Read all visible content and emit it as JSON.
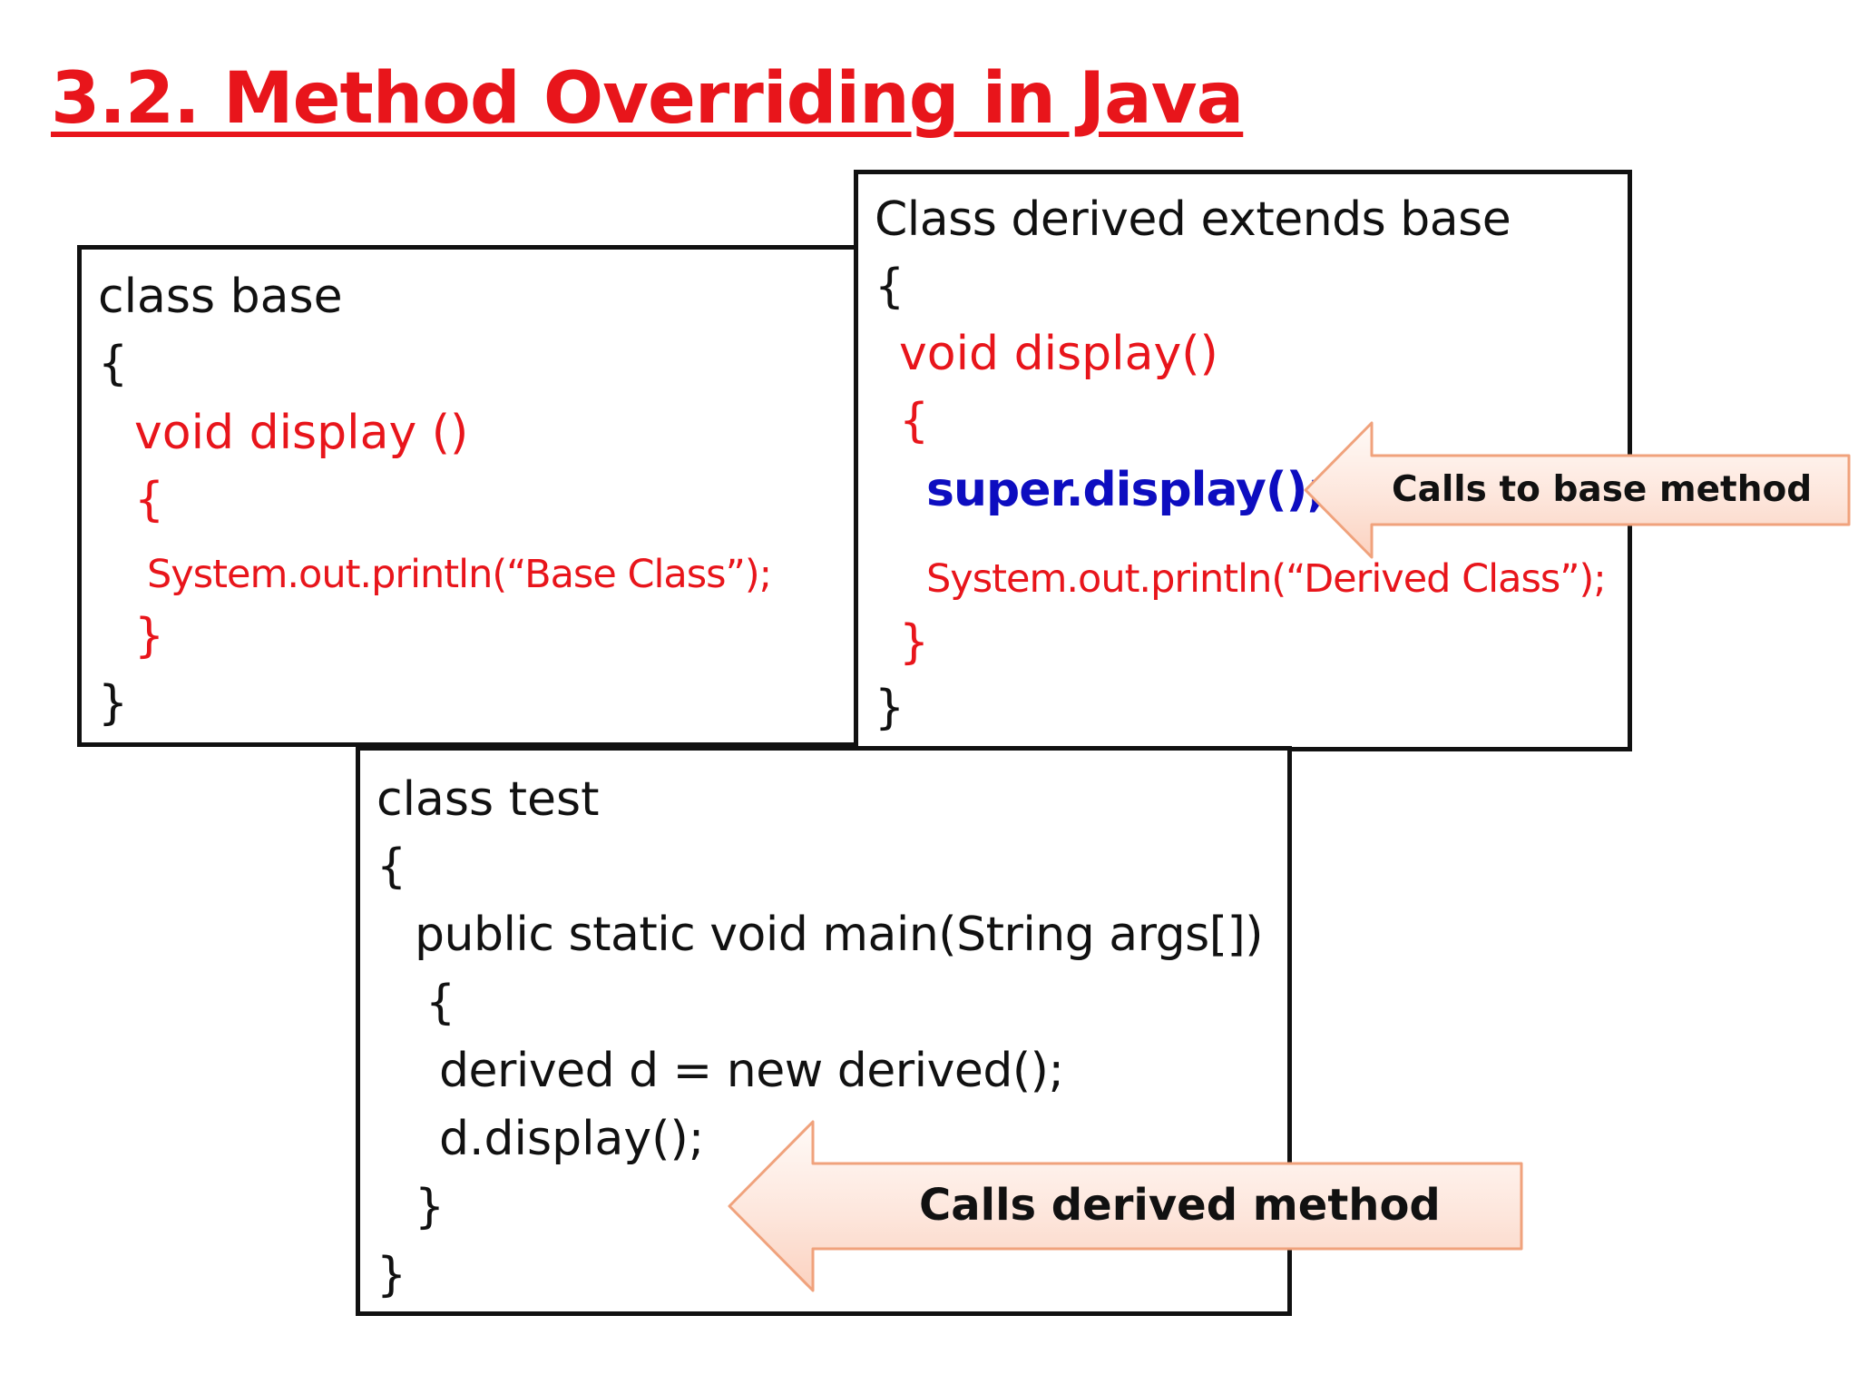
{
  "slide": {
    "title": "3.2. Method Overriding in Java"
  },
  "base_class": {
    "line1": "class base",
    "line2": "{",
    "line3": "void display ()",
    "line4": "{",
    "line5": "System.out.println(“Base Class”);",
    "line6": "}",
    "line7": "}"
  },
  "derived_class": {
    "line1": "Class derived extends base",
    "line2": "{",
    "line3": "void display()",
    "line4": "{",
    "line5": "super.display();",
    "line6": "System.out.println(“Derived Class”);",
    "line7": "}",
    "line8": "}"
  },
  "test_class": {
    "line1": "class test",
    "line2": "{",
    "line3": "public static void main(String args[])",
    "line4": "{",
    "line5": "derived d = new derived();",
    "line6": "d.display();",
    "line7": "}",
    "line8": "}"
  },
  "callouts": {
    "base_method": "Calls to base method",
    "derived_method": "Calls derived method"
  },
  "colors": {
    "title": "#e8151b",
    "method_code": "#e8151b",
    "super_call": "#0d0dc0",
    "callout_fill": "#fde6dc",
    "callout_border": "#f0a27c",
    "box_border": "#111111"
  }
}
